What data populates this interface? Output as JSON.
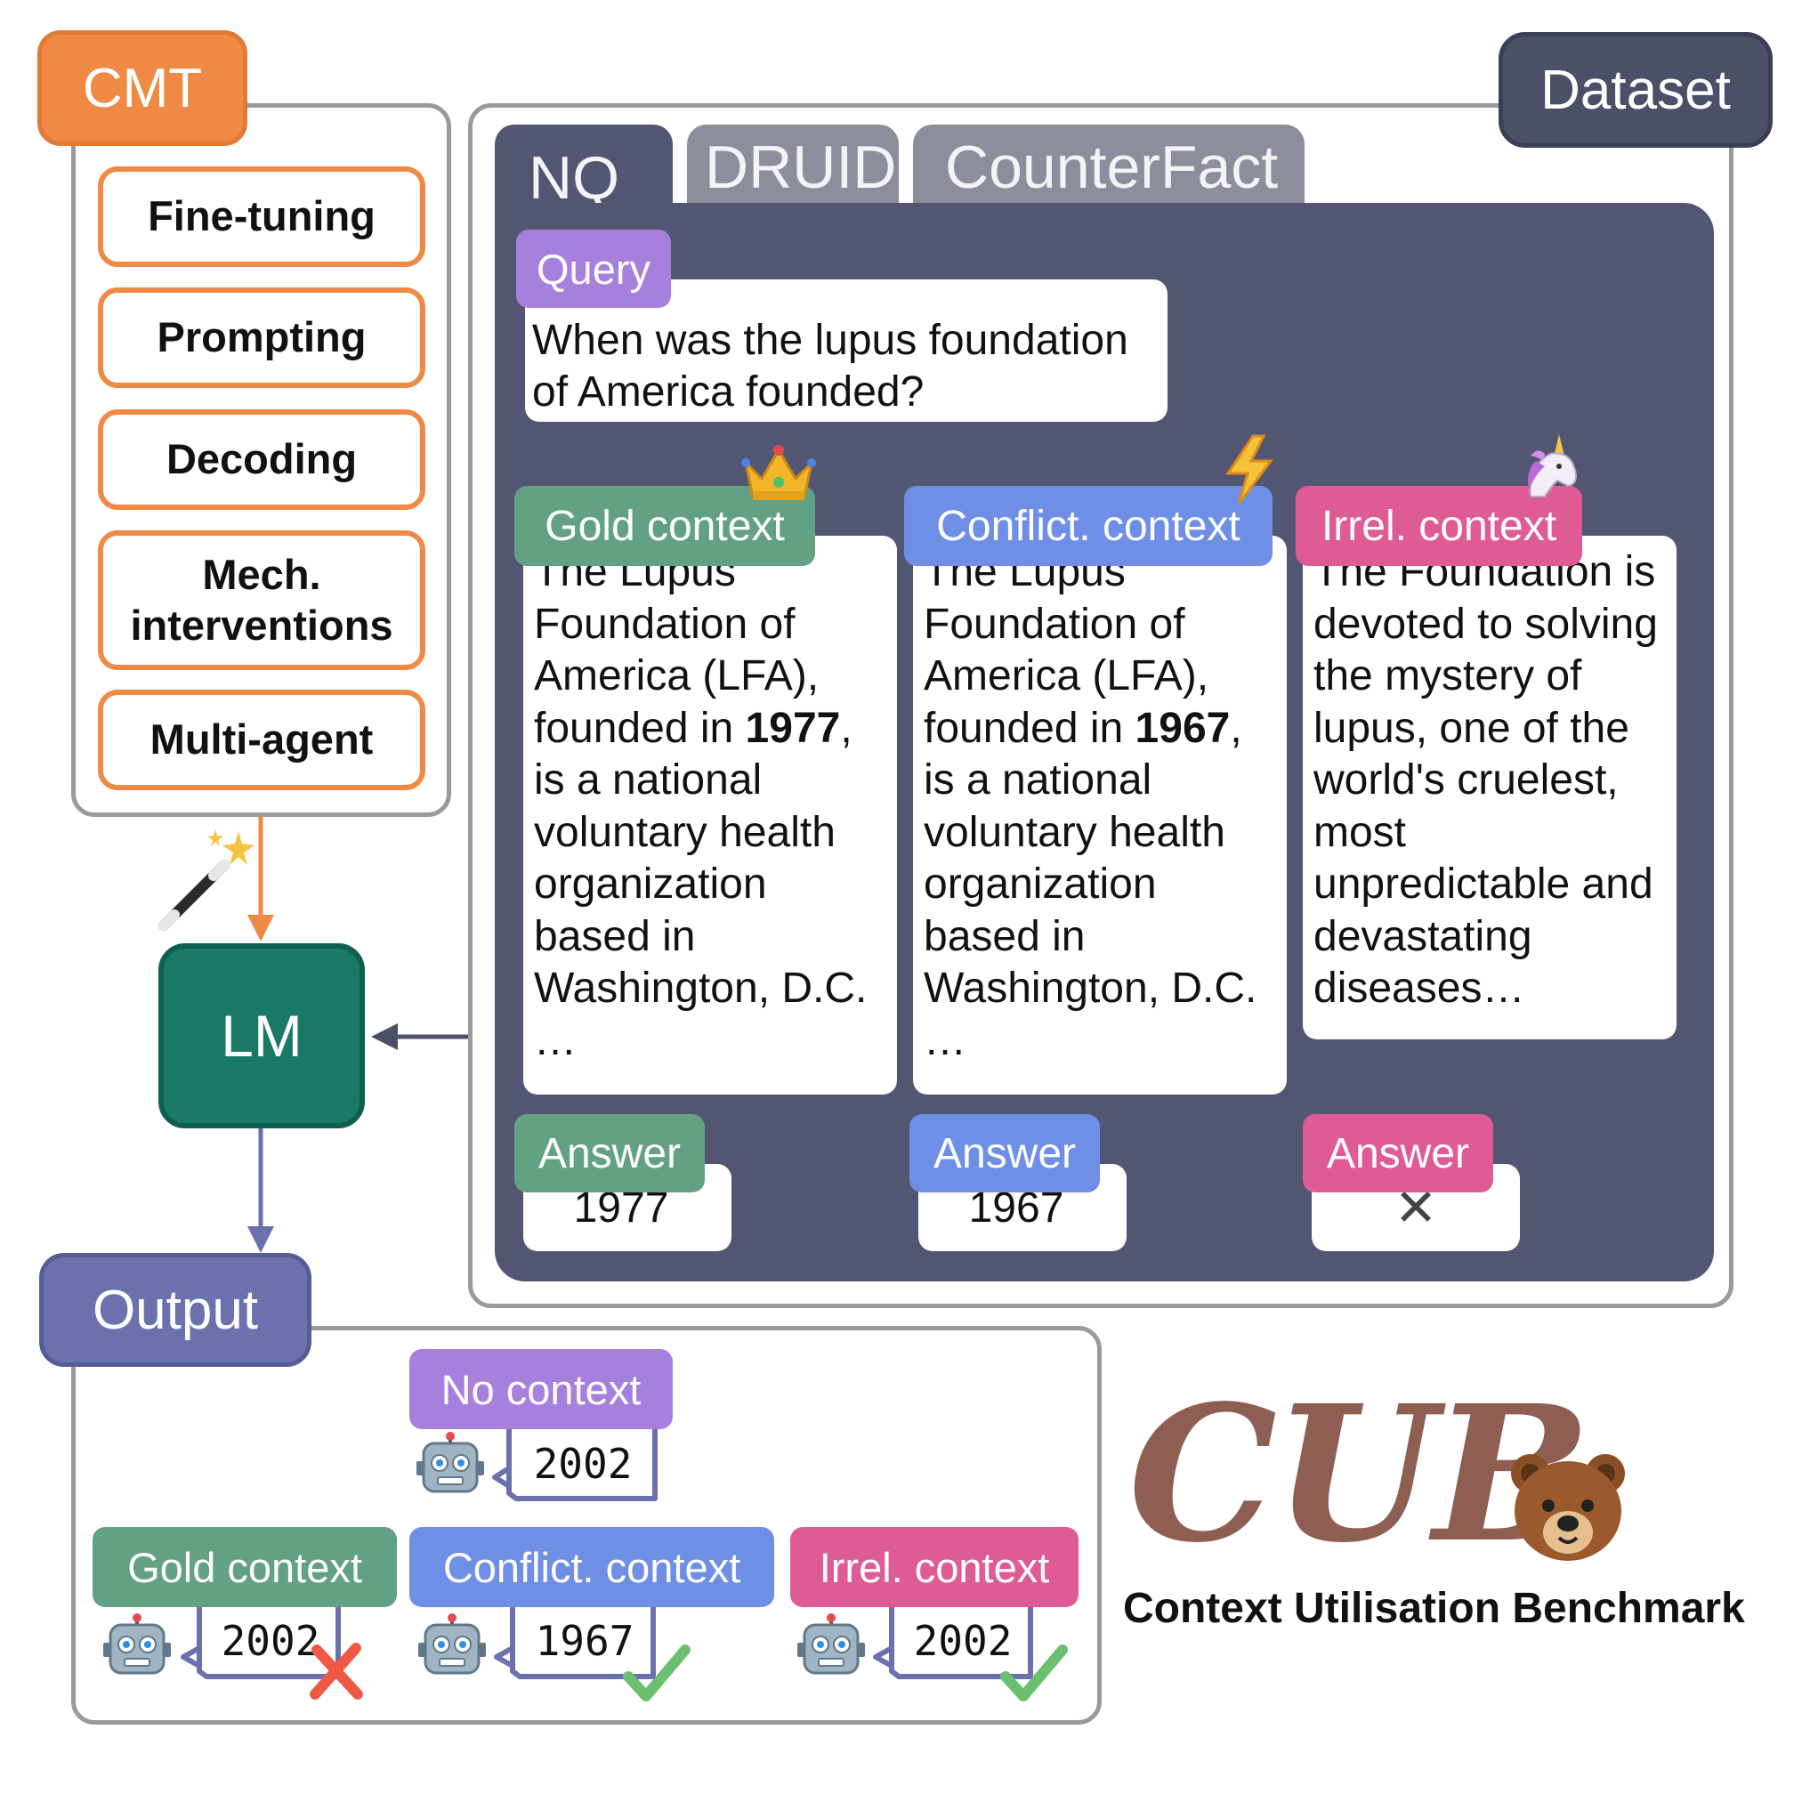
{
  "cmt": {
    "title": "CMT",
    "items": [
      "Fine-tuning",
      "Prompting",
      "Decoding",
      "Mech.\ninterventions",
      "Multi-agent"
    ]
  },
  "lm": {
    "label": "LM"
  },
  "dataset": {
    "title": "Dataset",
    "tabs": [
      "NQ",
      "DRUID",
      "CounterFact"
    ],
    "query": {
      "label": "Query",
      "text": "When was the lupus foundation\n of America founded?"
    },
    "contexts": [
      {
        "label": "Gold context",
        "text_before": "The Lupus\nFoundation of\nAmerica (LFA),\nfounded in ",
        "year": "1977",
        "text_after": ",\nis a national\nvoluntary health\norganization\nbased in\nWashington, D.C.\n…",
        "answer_label": "Answer",
        "answer": "1977",
        "icon": "crown-icon"
      },
      {
        "label": "Conflict. context",
        "text_before": "The Lupus\nFoundation of\nAmerica (LFA),\nfounded in ",
        "year": "1967",
        "text_after": ",\nis a national\nvoluntary health\norganization\nbased in\nWashington, D.C.\n…",
        "answer_label": "Answer",
        "answer": "1967",
        "icon": "lightning-icon"
      },
      {
        "label": "Irrel. context",
        "text": "The Foundation is\ndevoted to solving\nthe mystery of\nlupus, one of the\nworld's cruelest,\nmost\nunpredictable and\ndevastating\n diseases…",
        "answer_label": "Answer",
        "answer": "✕",
        "icon": "unicorn-icon"
      }
    ]
  },
  "output": {
    "title": "Output",
    "no_context": {
      "label": "No context",
      "value": "2002"
    },
    "results": [
      {
        "label": "Gold context",
        "value": "2002",
        "correct": false
      },
      {
        "label": "Conflict. context",
        "value": "1967",
        "correct": true
      },
      {
        "label": "Irrel. context",
        "value": "2002",
        "correct": true
      }
    ]
  },
  "cub": {
    "logo": "CUB",
    "subtitle": "Context Utilisation Benchmark"
  },
  "colors": {
    "cmt_orange": "#ef8a45",
    "lm_green": "#1a7866",
    "dataset_dark": "#4b5068",
    "panel_dark": "#525673",
    "tab_inactive": "#8c8e9d",
    "query_purple": "#a77fdc",
    "gold_green": "#62a184",
    "conflict_blue": "#6f8fe6",
    "irrel_pink": "#df5b95",
    "output_blue": "#6b71ad",
    "cub_brown": "#8e5e52",
    "check_green": "#6cbf6f",
    "cross_red": "#ef5a45"
  }
}
